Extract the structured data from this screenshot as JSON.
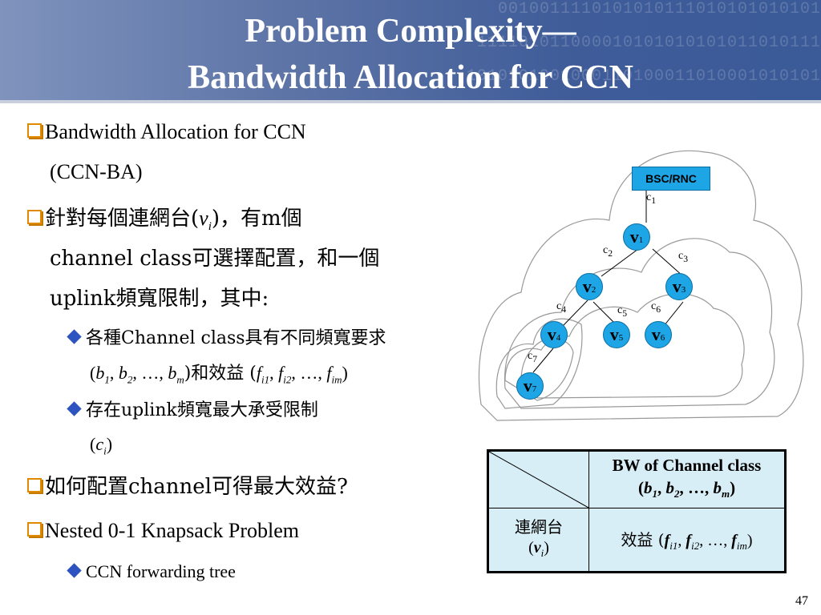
{
  "title": {
    "line1": "Problem Complexity—",
    "line2": "Bandwidth Allocation for CCN"
  },
  "header_decoration": {
    "binary_rows": [
      "0010011110101010111010101010101",
      "111101011000010101010101011010111",
      "1010101001000110100011010001010101"
    ]
  },
  "bullets": {
    "b1_line1": "Bandwidth Allocation for CCN",
    "b1_line2": "(CCN-BA)",
    "b2_pre": "針對每個連網台(",
    "b2_var": "v",
    "b2_sub": "i",
    "b2_post": ")，有m個",
    "b2_line2": "channel class可選擇配置，和一個",
    "b2_line3": "uplink頻寬限制，其中:",
    "s1_line1": "各種Channel class具有不同頻寬要求",
    "s1_line2_a": "(",
    "s1_b1": "b",
    "s1_b1s": "1",
    "s1_b2": "b",
    "s1_b2s": "2",
    "s1_dots": ", …, ",
    "s1_bm": "b",
    "s1_bms": "m",
    "s1_mid": ")和效益 (",
    "s1_f1": "f",
    "s1_f1s": "i1",
    "s1_f2": "f",
    "s1_f2s": "i2",
    "s1_fm": "f",
    "s1_fms": "im",
    "s1_end": ")",
    "s2_line1": "存在uplink頻寬最大承受限制",
    "s2_c": "c",
    "s2_cs": "i",
    "b3": "如何配置channel可得最大效益?",
    "b4": "Nested 0-1 Knapsack Problem",
    "s3": "CCN forwarding tree"
  },
  "diagram": {
    "root_label": "BSC/RNC",
    "node_letter": "v",
    "nodes": [
      "1",
      "2",
      "3",
      "4",
      "5",
      "6",
      "7"
    ],
    "channel_letter": "c",
    "channels": [
      "1",
      "2",
      "3",
      "4",
      "5",
      "6",
      "7"
    ]
  },
  "table": {
    "header_line1": "BW of Channel class",
    "header_b": "b",
    "header_b1": "1",
    "header_b2": "2",
    "header_bm": "m",
    "row_label_line1": "連網台",
    "row_label_v": "v",
    "row_label_i": "i",
    "row_value_pre": "效益 (",
    "row_f": "f",
    "row_f1": "i1",
    "row_f2": "i2",
    "row_fm": "im"
  },
  "page_number": "47",
  "colors": {
    "header_blue": "#3f5c99",
    "node_fill": "#1ea5e6",
    "bullet_orange": "#e08a00",
    "diamond_blue": "#2d53c0",
    "table_fill": "#d8eef6"
  }
}
